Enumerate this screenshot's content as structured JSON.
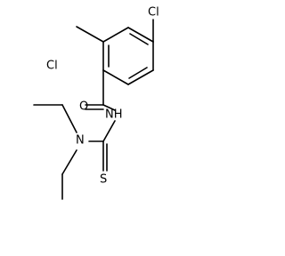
{
  "molecule": {
    "atoms": {
      "cl_top": "Cl",
      "cl_left": "Cl",
      "o": "O",
      "nh": "NH",
      "n": "N",
      "s": "S"
    },
    "colors": {
      "bond": "#000000",
      "label": "#000000",
      "background": "#ffffff"
    }
  }
}
